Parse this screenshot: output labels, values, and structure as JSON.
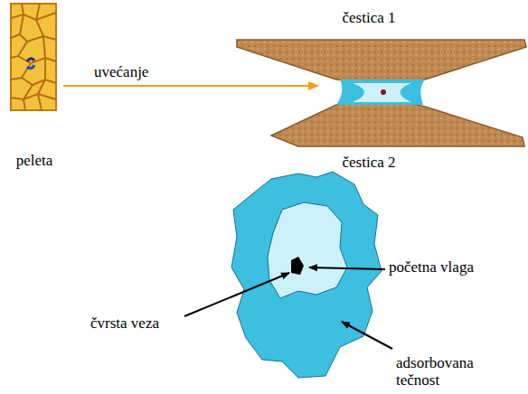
{
  "diagram": {
    "labels": [
      "peleta",
      "uvećanje",
      "čestica 1",
      "čestica 2",
      "čvrsta veza",
      "početna vlaga",
      "adsorbovana tečnost"
    ]
  }
}
